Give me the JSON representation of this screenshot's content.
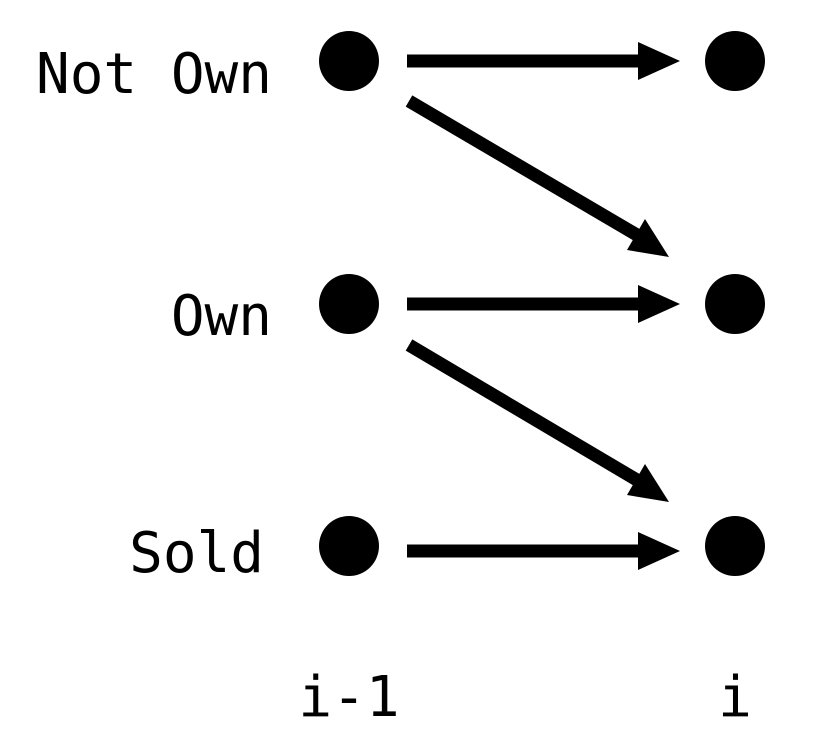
{
  "states": [
    {
      "id": "not-own",
      "label": "Not Own"
    },
    {
      "id": "own",
      "label": "Own"
    },
    {
      "id": "sold",
      "label": "Sold"
    }
  ],
  "steps": [
    {
      "id": "prev",
      "label": "i-1"
    },
    {
      "id": "curr",
      "label": "i"
    }
  ],
  "transitions": [
    {
      "from": "not-own",
      "to": "not-own"
    },
    {
      "from": "not-own",
      "to": "own"
    },
    {
      "from": "own",
      "to": "own"
    },
    {
      "from": "own",
      "to": "sold"
    },
    {
      "from": "sold",
      "to": "sold"
    }
  ],
  "colors": {
    "ink": "#000000",
    "background": "#ffffff"
  }
}
